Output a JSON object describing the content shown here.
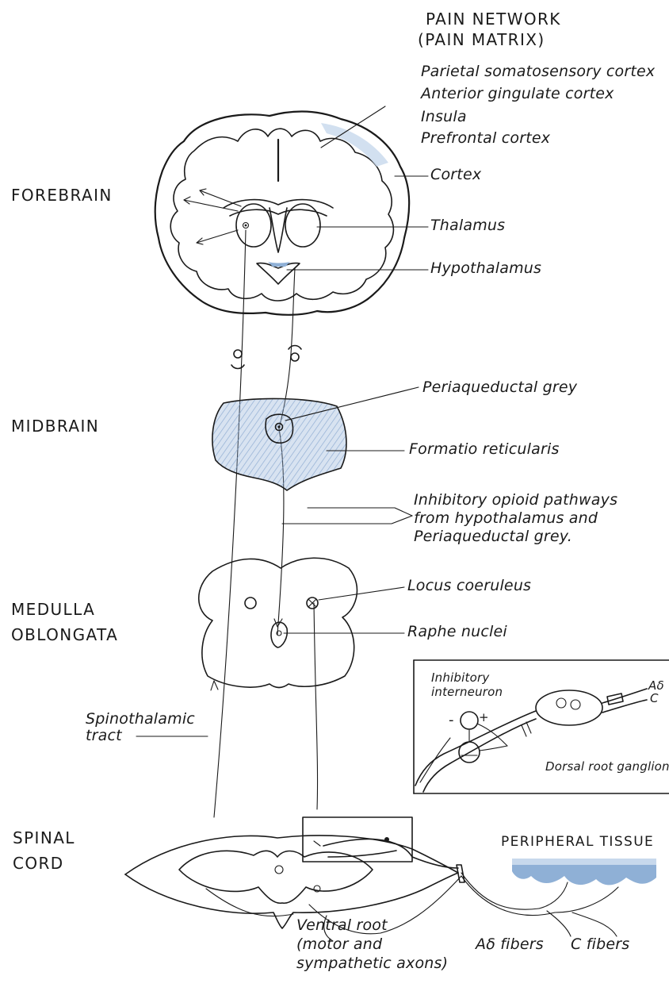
{
  "colors": {
    "ink": "#1a1a1a",
    "shade_blue": "#8fb0d6",
    "shade_light": "#c7d8ec",
    "paper": "#ffffff"
  },
  "levels": {
    "forebrain": "FOREBRAIN",
    "midbrain": "MIDBRAIN",
    "medulla_line1": "MEDULLA",
    "medulla_line2": "OBLONGATA",
    "spinal_line1": "SPINAL",
    "spinal_line2": "CORD"
  },
  "pain_network": {
    "title_line1": "PAIN NETWORK",
    "title_line2": "(PAIN MATRIX)",
    "items": [
      "Parietal somatosensory cortex",
      "Anterior gingulate cortex",
      "Insula",
      "Prefrontal cortex"
    ]
  },
  "labels": {
    "cortex": "Cortex",
    "thalamus": "Thalamus",
    "hypothalamus": "Hypothalamus",
    "periaqueductal_grey": "Periaqueductal grey",
    "formatio_reticularis": "Formatio reticularis",
    "inhibitory_line1": "Inhibitory opioid pathways",
    "inhibitory_line2": "from hypothalamus and",
    "inhibitory_line3": "Periaqueductal grey.",
    "locus_coeruleus": "Locus coeruleus",
    "raphe_nuclei": "Raphe nuclei",
    "spinothalamic_line1": "Spinothalamic",
    "spinothalamic_line2": "tract",
    "peripheral_tissue": "PERIPHERAL TISSUE",
    "ventral_root_line1": "Ventral root",
    "ventral_root_line2": "(motor and",
    "ventral_root_line3": "sympathetic axons)",
    "a_delta_fibers": "Aδ fibers",
    "c_fibers": "C fibers"
  },
  "inset": {
    "interneuron_line1": "Inhibitory",
    "interneuron_line2": "interneuron",
    "minus_sign": "-",
    "plus_sign": "+",
    "a_delta": "Aδ",
    "c": "C",
    "dorsal_root_ganglion": "Dorsal root ganglion"
  }
}
